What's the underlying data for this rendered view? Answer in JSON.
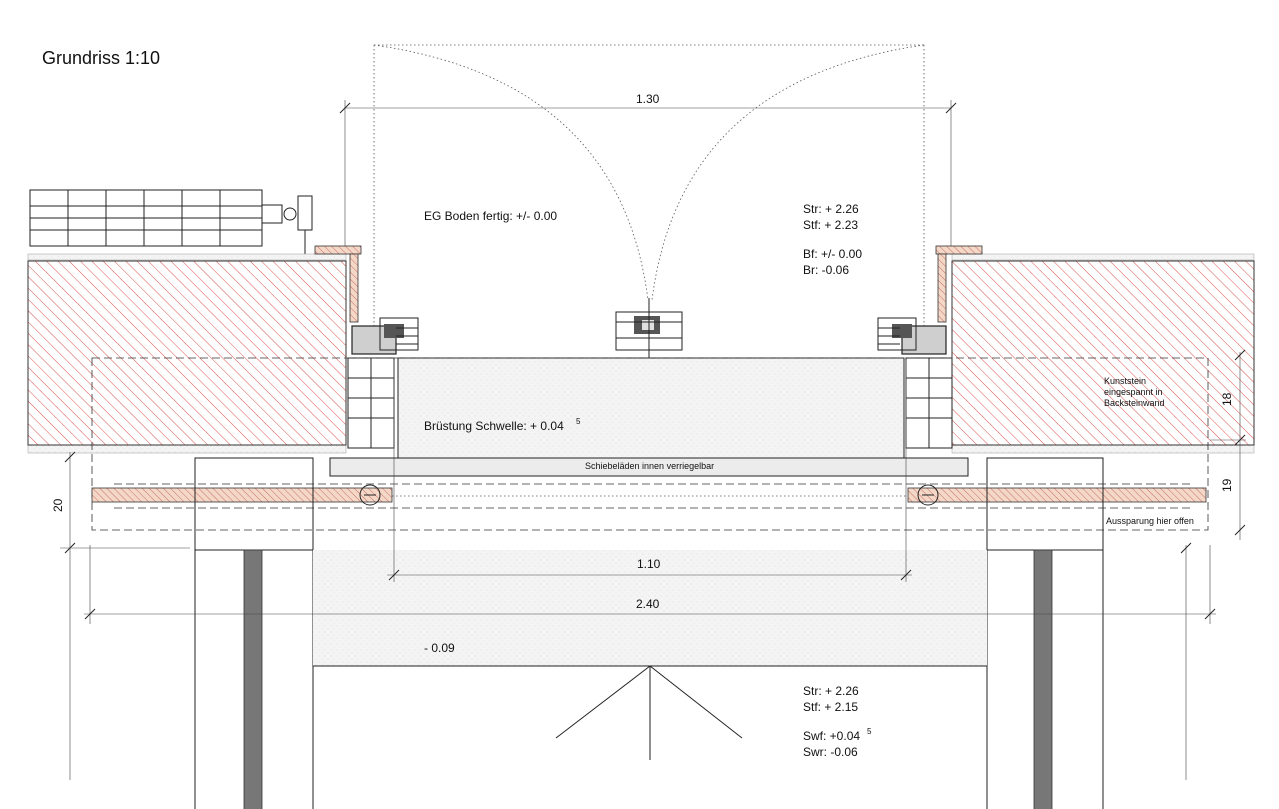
{
  "title": "Grundriss  1:10",
  "notes": {
    "eg_boden": "EG Boden fertig: +/- 0.00",
    "top_str": "Str: + 2.26",
    "top_stf": "Stf: + 2.23",
    "top_bf": "Bf: +/- 0.00",
    "top_br": "Br: -0.06",
    "bruestung_main": "Brüstung Schwelle: + 0.04",
    "bruestung_sup": "5",
    "schiebelaeden": "Schiebeläden innen verriegelbar",
    "kunststein_1": "Kunststein",
    "kunststein_2": "eingespannt in",
    "kunststein_3": "Backsteinwand",
    "aussparung": "Aussparung hier offen",
    "level_low": "- 0.09",
    "bottom_str": "Str: + 2.26",
    "bottom_stf": "Stf: + 2.15",
    "bottom_swf_main": "Swf: +0.04",
    "bottom_swf_sup": "5",
    "bottom_swr": "Swr: -0.06"
  },
  "dimensions": {
    "top_width": "1.30",
    "inner_width": "1.10",
    "outer_width": "2.40",
    "right_upper": "18",
    "right_lower": "19",
    "left": "20"
  },
  "colors": {
    "hatch": "#d9534f",
    "brick": "#f3d8c8",
    "slab": "#ececec",
    "sill": "#f3f3f3"
  }
}
